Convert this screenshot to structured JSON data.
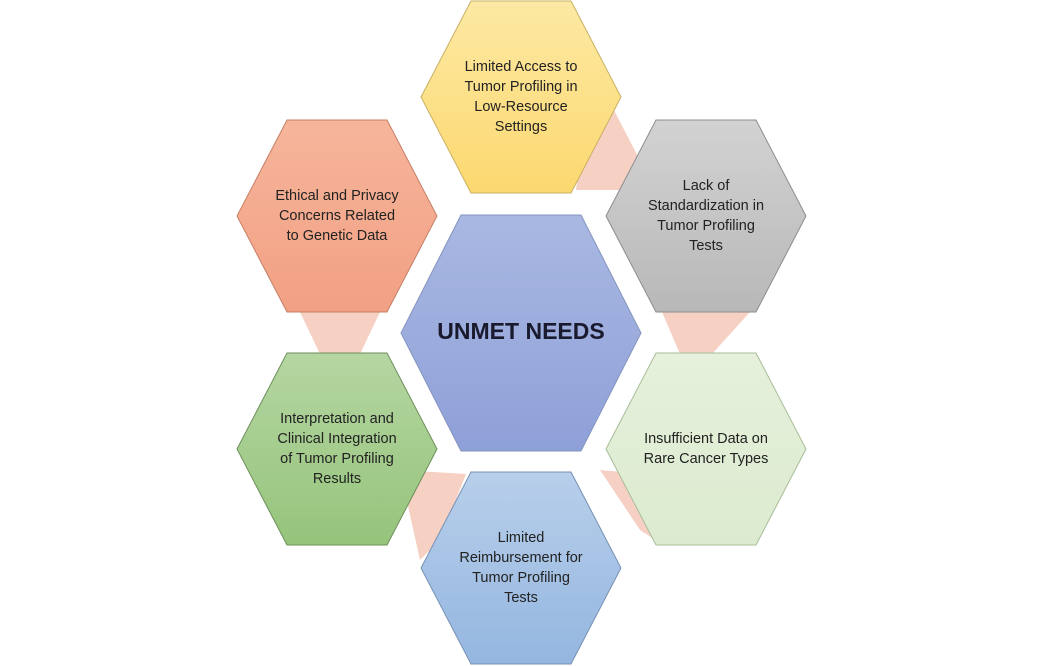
{
  "center": {
    "label": "UNMET NEEDS",
    "color_top": "#a9b8e2",
    "color_bottom": "#8ea0d8",
    "stroke": "#8594bf"
  },
  "connector_color": "#f5d0c3",
  "nodes": [
    {
      "id": "top",
      "lines": [
        "Limited Access to",
        "Tumor Profiling in",
        "Low-Resource",
        "Settings"
      ],
      "color_top": "#fde9a4",
      "color_bottom": "#fcd86f",
      "stroke": "#c9b063"
    },
    {
      "id": "upper-right",
      "lines": [
        "Lack of",
        "Standardization in",
        "Tumor Profiling",
        "Tests"
      ],
      "color_top": "#d2d2d2",
      "color_bottom": "#b8b8b8",
      "stroke": "#8c8c8c"
    },
    {
      "id": "lower-right",
      "lines": [
        "Insufficient Data on",
        "Rare Cancer Types"
      ],
      "color_top": "#e6f0dc",
      "color_bottom": "#dcebcf",
      "stroke": "#a8bd98"
    },
    {
      "id": "bottom",
      "lines": [
        "Limited",
        "Reimbursement for",
        "Tumor Profiling",
        "Tests"
      ],
      "color_top": "#b8cfea",
      "color_bottom": "#94b6e0",
      "stroke": "#7691b4"
    },
    {
      "id": "lower-left",
      "lines": [
        "Interpretation and",
        "Clinical Integration",
        "of Tumor Profiling",
        "Results"
      ],
      "color_top": "#b5d6a2",
      "color_bottom": "#95c47b",
      "stroke": "#6e8f5b"
    },
    {
      "id": "upper-left",
      "lines": [
        "Ethical and Privacy",
        "Concerns Related",
        "to Genetic Data"
      ],
      "color_top": "#f6b59b",
      "color_bottom": "#f2a083",
      "stroke": "#c48068"
    }
  ]
}
